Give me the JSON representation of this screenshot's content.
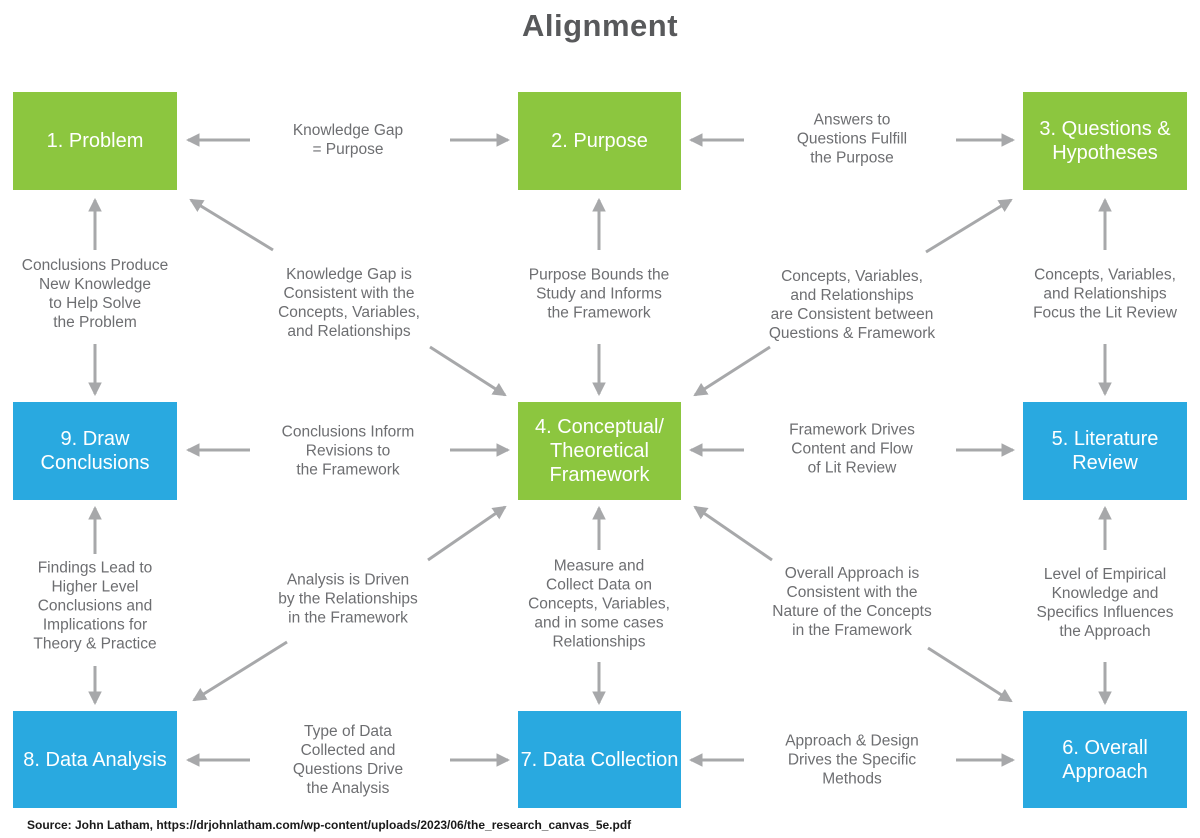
{
  "title": "Alignment",
  "source": "Source: John Latham, https://drjohnlatham.com/wp-content/uploads/2023/06/the_research_canvas_5e.pdf",
  "colors": {
    "green_box": "#8CC63F",
    "blue_box": "#29A9E0",
    "arrow_gray": "#A7A8AA",
    "label_text": "#6D6E71",
    "title_text": "#58595B",
    "box_text": "#FFFFFF"
  },
  "boxes": [
    {
      "id": "problem",
      "label": "1. Problem",
      "color": "green"
    },
    {
      "id": "purpose",
      "label": "2. Purpose",
      "color": "green"
    },
    {
      "id": "questions-hypotheses",
      "label": "3. Questions &\nHypotheses",
      "color": "green"
    },
    {
      "id": "draw-conclusions",
      "label": "9. Draw\nConclusions",
      "color": "blue"
    },
    {
      "id": "conceptual-theoretical-framework",
      "label": "4. Conceptual/\nTheoretical\nFramework",
      "color": "green"
    },
    {
      "id": "literature-review",
      "label": "5. Literature\nReview",
      "color": "blue"
    },
    {
      "id": "data-analysis",
      "label": "8. Data Analysis",
      "color": "blue"
    },
    {
      "id": "data-collection",
      "label": "7. Data Collection",
      "color": "blue"
    },
    {
      "id": "overall-approach",
      "label": "6. Overall\nApproach",
      "color": "blue"
    }
  ],
  "connector_labels": [
    {
      "id": "knowledge-gap-purpose",
      "between": [
        "problem",
        "purpose"
      ],
      "text": "Knowledge Gap\n= Purpose"
    },
    {
      "id": "answers-fulfill-purpose",
      "between": [
        "purpose",
        "questions-hypotheses"
      ],
      "text": "Answers to\nQuestions Fulfill\nthe Purpose"
    },
    {
      "id": "conclusions-produce",
      "between": [
        "problem",
        "draw-conclusions"
      ],
      "text": "Conclusions Produce\nNew Knowledge\nto Help Solve\nthe Problem"
    },
    {
      "id": "knowledge-gap-consistent",
      "between": [
        "problem",
        "conceptual-theoretical-framework"
      ],
      "text": "Knowledge Gap is\nConsistent with the\nConcepts, Variables,\nand Relationships"
    },
    {
      "id": "purpose-bounds",
      "between": [
        "purpose",
        "conceptual-theoretical-framework"
      ],
      "text": "Purpose Bounds the\nStudy and Informs\nthe Framework"
    },
    {
      "id": "cvr-consistent-between",
      "between": [
        "questions-hypotheses",
        "conceptual-theoretical-framework"
      ],
      "text": "Concepts, Variables,\nand Relationships\nare Consistent between\nQuestions & Framework"
    },
    {
      "id": "cvr-focus-lit-review",
      "between": [
        "questions-hypotheses",
        "literature-review"
      ],
      "text": "Concepts, Variables,\nand Relationships\nFocus the Lit Review"
    },
    {
      "id": "conclusions-inform",
      "between": [
        "draw-conclusions",
        "conceptual-theoretical-framework"
      ],
      "text": "Conclusions Inform\nRevisions to\nthe Framework"
    },
    {
      "id": "framework-drives",
      "between": [
        "conceptual-theoretical-framework",
        "literature-review"
      ],
      "text": "Framework Drives\nContent and Flow\nof Lit Review"
    },
    {
      "id": "findings-lead",
      "between": [
        "draw-conclusions",
        "data-analysis"
      ],
      "text": "Findings Lead to\nHigher Level\nConclusions and\nImplications for\nTheory & Practice"
    },
    {
      "id": "analysis-driven",
      "between": [
        "data-analysis",
        "conceptual-theoretical-framework"
      ],
      "text": "Analysis is Driven\nby the Relationships\nin the Framework"
    },
    {
      "id": "measure-collect",
      "between": [
        "conceptual-theoretical-framework",
        "data-collection"
      ],
      "text": "Measure and\nCollect Data on\nConcepts, Variables,\nand in some cases\nRelationships"
    },
    {
      "id": "overall-approach-consistent",
      "between": [
        "overall-approach",
        "conceptual-theoretical-framework"
      ],
      "text": "Overall Approach is\nConsistent with the\nNature of the Concepts\nin the Framework"
    },
    {
      "id": "level-empirical",
      "between": [
        "literature-review",
        "overall-approach"
      ],
      "text": "Level of Empirical\nKnowledge and\nSpecifics Influences\nthe Approach"
    },
    {
      "id": "type-of-data",
      "between": [
        "data-analysis",
        "data-collection"
      ],
      "text": "Type of Data\nCollected and\nQuestions Drive\nthe Analysis"
    },
    {
      "id": "approach-design",
      "between": [
        "data-collection",
        "overall-approach"
      ],
      "text": "Approach & Design\nDrives the Specific\nMethods"
    }
  ]
}
